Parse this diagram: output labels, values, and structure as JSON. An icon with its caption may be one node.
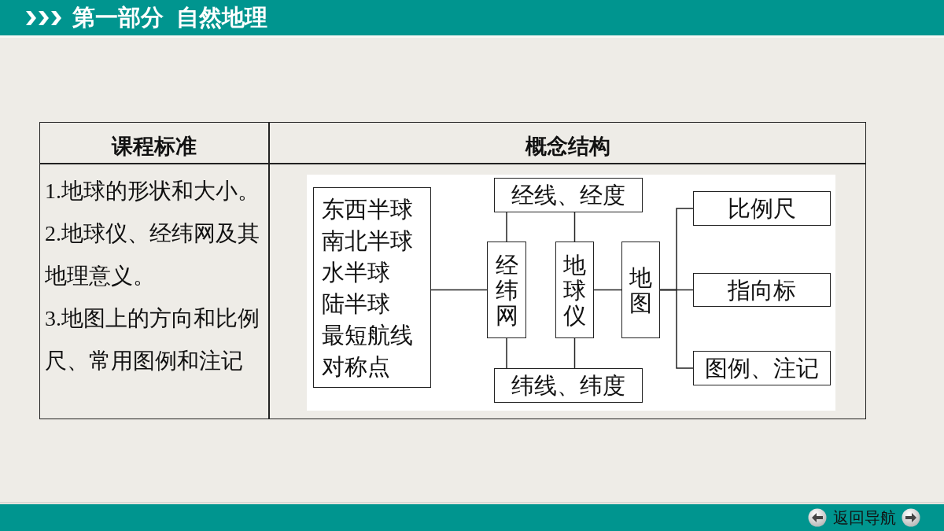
{
  "diagram": {
    "title": "第一部分  自然地理",
    "nodes": [
      {
        "text": [
          "东西半球",
          "南北半球",
          "水半球",
          "陆半球",
          "最短航线",
          "对称点"
        ]
      },
      {
        "text": [
          "经线、经度"
        ]
      },
      {
        "text": [
          "经纬网"
        ]
      },
      {
        "text": [
          "地球仪"
        ]
      },
      {
        "text": [
          "地图"
        ]
      },
      {
        "text": [
          "纬线、纬度"
        ]
      },
      {
        "text": [
          "比例尺"
        ]
      },
      {
        "text": [
          "指向标"
        ]
      },
      {
        "text": [
          "图例、注记"
        ]
      }
    ],
    "edges": [
      {
        "from": 0,
        "to": 2,
        "arrow": "none"
      },
      {
        "from": 1,
        "to": 2,
        "arrow": "none"
      },
      {
        "from": 1,
        "to": 3,
        "arrow": "none"
      },
      {
        "from": 2,
        "to": 5,
        "arrow": "none"
      },
      {
        "from": 3,
        "to": 5,
        "arrow": "none"
      },
      {
        "from": 3,
        "to": 4,
        "arrow": "none"
      },
      {
        "from": 4,
        "to": 6,
        "arrow": "none"
      },
      {
        "from": 4,
        "to": 7,
        "arrow": "none"
      },
      {
        "from": 4,
        "to": 8,
        "arrow": "none"
      }
    ],
    "labels": [
      "课程标准",
      "概念结构",
      "1.地球的形状和大小。",
      "2.地球仪、经纬网及其地理意义。",
      "3.地图上的方向和比例尺、常用图例和注记",
      "返回导航"
    ]
  }
}
